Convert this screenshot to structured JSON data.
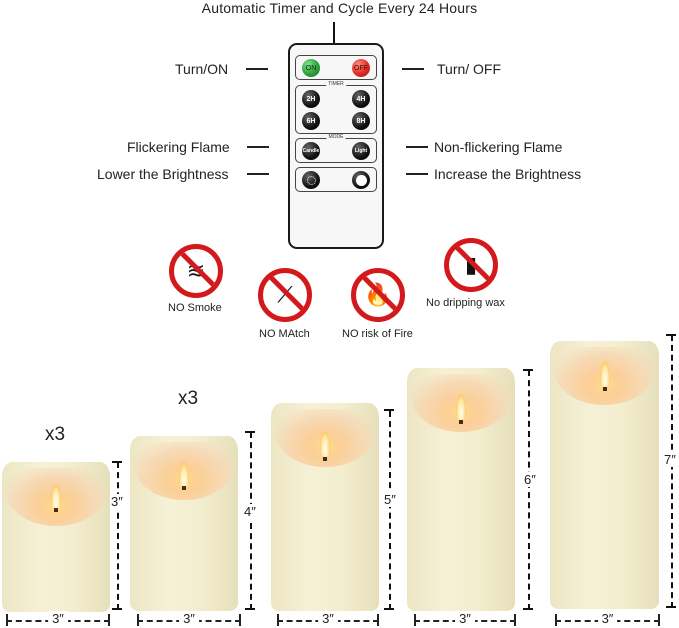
{
  "header": {
    "title": "Automatic Timer and Cycle Every 24 Hours"
  },
  "remote": {
    "power": {
      "on_label": "ON",
      "off_label": "OFF"
    },
    "timer": {
      "group_label": "TIMER",
      "buttons": [
        "2H",
        "4H",
        "6H",
        "8H"
      ]
    },
    "mode": {
      "group_label": "MODE",
      "candle_label": "Candle",
      "light_label": "Light"
    },
    "brightness": {
      "lower_icon": "sun-dim-icon",
      "increase_icon": "sun-bright-icon"
    }
  },
  "callouts": {
    "turn_on": "Turn/ON",
    "turn_off": "Turn/ OFF",
    "flickering": "Flickering Flame",
    "non_flickering": "Non-flickering Flame",
    "lower_brightness": "Lower the Brightness",
    "increase_brightness": "Increase the Brightness"
  },
  "safety": [
    {
      "label": "NO Smoke",
      "icon": "no-smoke-icon",
      "glyph": "≋"
    },
    {
      "label": "NO MAtch",
      "icon": "no-match-icon",
      "glyph": "⟋"
    },
    {
      "label": "NO risk of Fire",
      "icon": "no-fire-icon",
      "glyph": "🔥"
    },
    {
      "label": "No dripping wax",
      "icon": "no-dripping-wax-icon",
      "glyph": "▮"
    }
  ],
  "colors": {
    "prohibit_red": "#d3191c",
    "on_green": "#2ea23c",
    "off_red": "#e22b22",
    "candle_ivory": "#f3eecf"
  },
  "candles": [
    {
      "height_label": "3″",
      "width_label": "3″",
      "quantity": "x3"
    },
    {
      "height_label": "4″",
      "width_label": "3″",
      "quantity": "x3"
    },
    {
      "height_label": "5″",
      "width_label": "3″"
    },
    {
      "height_label": "6″",
      "width_label": "3″"
    },
    {
      "height_label": "7″",
      "width_label": "3″"
    }
  ]
}
